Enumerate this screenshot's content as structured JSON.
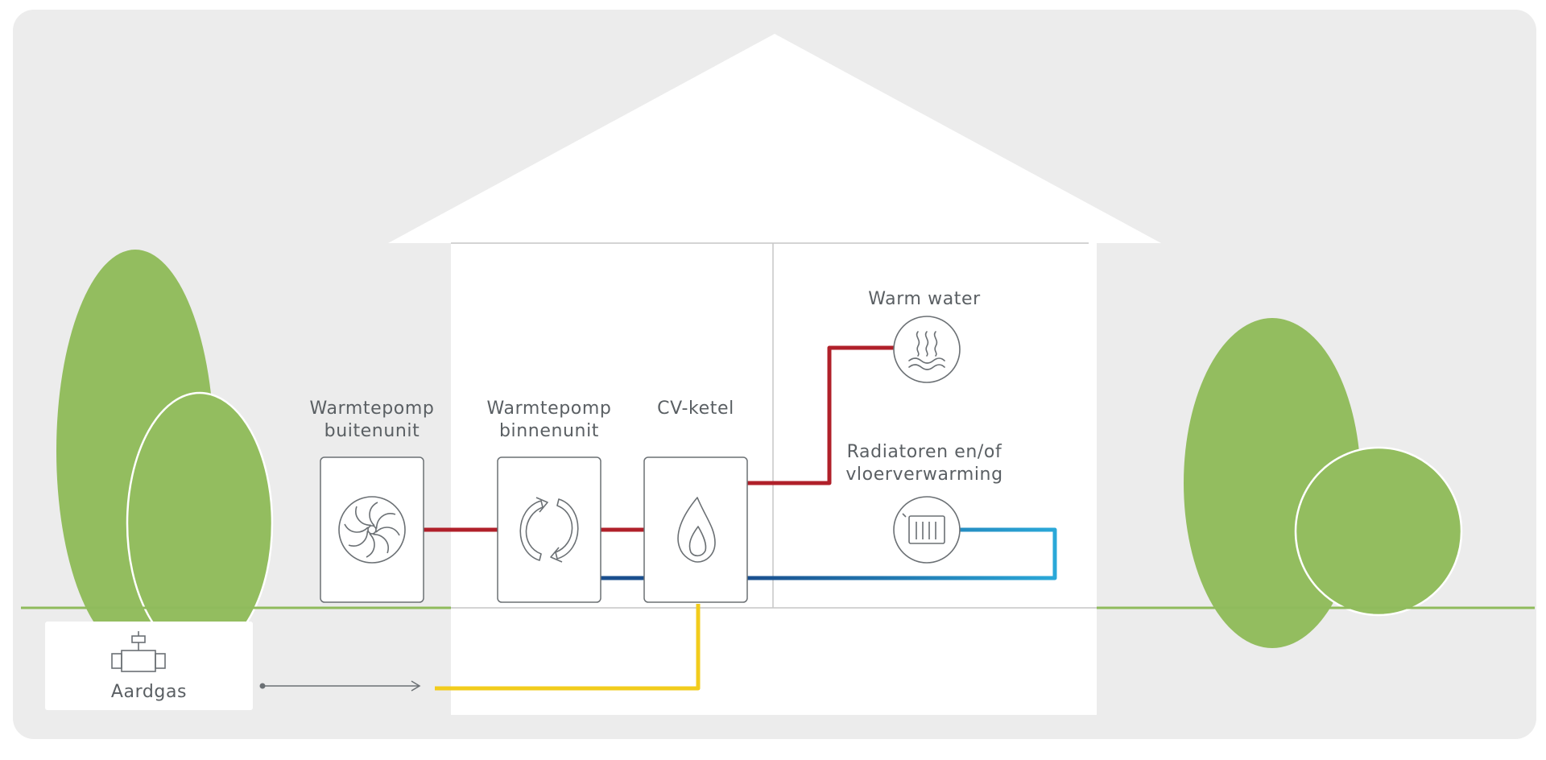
{
  "components": {
    "buitenunit": {
      "line1": "Warmtepomp",
      "line2": "buitenunit"
    },
    "binnenunit": {
      "line1": "Warmtepomp",
      "line2": "binnenunit"
    },
    "cv_ketel": {
      "label": "CV-ketel"
    },
    "warm_water": {
      "label": "Warm water"
    },
    "radiatoren": {
      "line1": "Radiatoren en/of",
      "line2": "vloerverwarming"
    },
    "aardgas": {
      "label": "Aardgas"
    }
  },
  "colors": {
    "background": "#ececec",
    "house": "#ffffff",
    "tree": "#93bd5f",
    "ground": "#8fbb5c",
    "supply_red": "#b0202a",
    "return_blue": "#1a4f8e",
    "return_cyan": "#2aa8d8",
    "gas_yellow": "#f2cc1c",
    "outline": "#6b7074",
    "text": "#5a5f63"
  },
  "icons": {
    "buitenunit": "fan-icon",
    "binnenunit": "circulation-arrows-icon",
    "cv_ketel": "flame-icon",
    "warm_water": "hot-water-icon",
    "radiatoren": "radiator-icon",
    "aardgas": "gas-valve-icon"
  }
}
